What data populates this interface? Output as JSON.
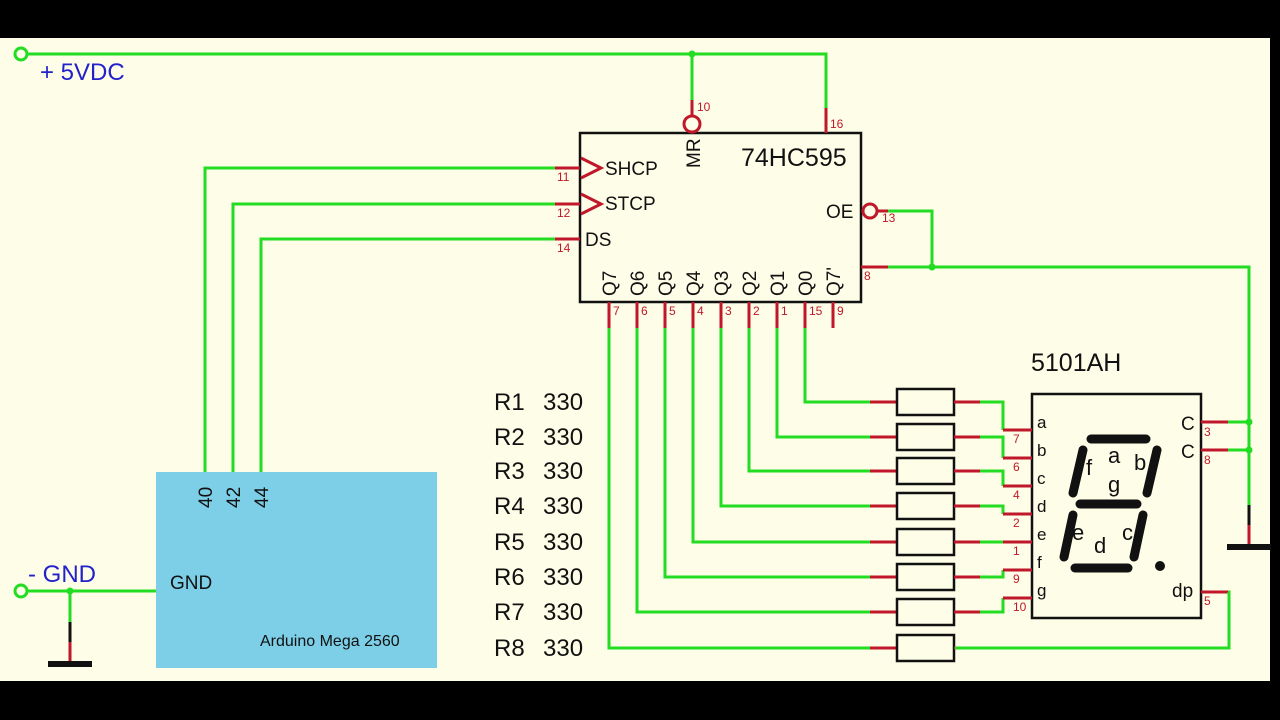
{
  "colors": {
    "background": "#fefde8",
    "wire": "#22dd22",
    "pin": "#c0182a",
    "rail_text": "#2222cc",
    "arduino_fill": "#7ccfe6",
    "frame": "#000000"
  },
  "rails": {
    "power_label": "+  5VDC",
    "ground_label": "-  GND"
  },
  "shift_register": {
    "name": "74HC595",
    "inputs": [
      {
        "label": "SHCP",
        "pin": "11",
        "clock": true
      },
      {
        "label": "STCP",
        "pin": "12",
        "clock": true
      },
      {
        "label": "DS",
        "pin": "14",
        "clock": false
      }
    ],
    "mr": {
      "label": "MR",
      "pin": "10"
    },
    "vcc_pin": "16",
    "oe": {
      "label": "OE",
      "pin": "13"
    },
    "gnd_pin": "8",
    "outputs": [
      {
        "label": "Q7",
        "pin": "7"
      },
      {
        "label": "Q6",
        "pin": "6"
      },
      {
        "label": "Q5",
        "pin": "5"
      },
      {
        "label": "Q4",
        "pin": "4"
      },
      {
        "label": "Q3",
        "pin": "3"
      },
      {
        "label": "Q2",
        "pin": "2"
      },
      {
        "label": "Q1",
        "pin": "1"
      },
      {
        "label": "Q0",
        "pin": "15"
      },
      {
        "label": "Q7'",
        "pin": "9"
      }
    ]
  },
  "arduino": {
    "name": "Arduino Mega 2560",
    "pins": [
      "40",
      "42",
      "44"
    ],
    "gnd_label": "GND"
  },
  "resistors": [
    {
      "name": "R1",
      "value": "330"
    },
    {
      "name": "R2",
      "value": "330"
    },
    {
      "name": "R3",
      "value": "330"
    },
    {
      "name": "R4",
      "value": "330"
    },
    {
      "name": "R5",
      "value": "330"
    },
    {
      "name": "R6",
      "value": "330"
    },
    {
      "name": "R7",
      "value": "330"
    },
    {
      "name": "R8",
      "value": "330"
    }
  ],
  "display": {
    "name": "5101AH",
    "left_pins": [
      {
        "label": "a",
        "pin": "7"
      },
      {
        "label": "b",
        "pin": "6"
      },
      {
        "label": "c",
        "pin": "4"
      },
      {
        "label": "d",
        "pin": "2"
      },
      {
        "label": "e",
        "pin": "1"
      },
      {
        "label": "f",
        "pin": "9"
      },
      {
        "label": "g",
        "pin": "10"
      }
    ],
    "right_pins": [
      {
        "label": "C",
        "pin": "3"
      },
      {
        "label": "C",
        "pin": "8"
      },
      {
        "label": "dp",
        "pin": "5"
      }
    ],
    "segment_labels": {
      "a": "a",
      "b": "b",
      "c": "c",
      "d": "d",
      "e": "e",
      "f": "f",
      "g": "g"
    }
  }
}
